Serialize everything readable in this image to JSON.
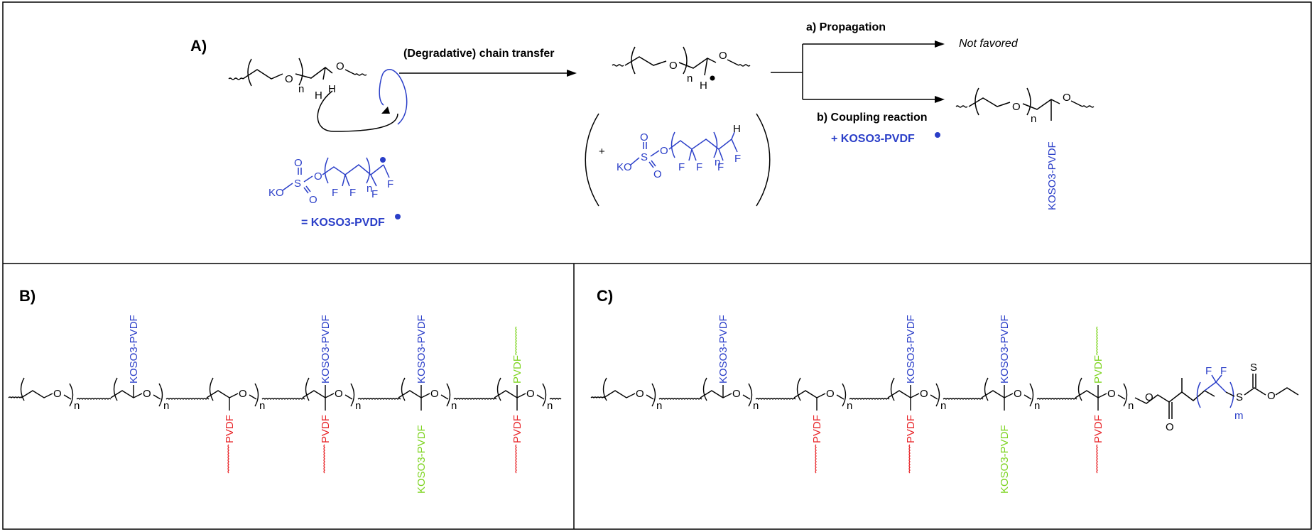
{
  "colors": {
    "blue": "#2a3ec8",
    "red": "#e8262a",
    "green": "#7ed421",
    "black": "#000000"
  },
  "panel_a": {
    "label": "A)",
    "arrow_label": "(Degradative) chain transfer",
    "branch_a_label": "a) Propagation",
    "branch_a_result": "Not favored",
    "branch_b_label": "b) Coupling reaction",
    "branch_b_reagent": "+ KOSO3-PVDF",
    "radical_definition": "= KOSO3-PVDF",
    "side_chain_label": "KOSO3-PVDF",
    "atoms": {
      "O": "O",
      "H": "H",
      "n": "n",
      "F": "F",
      "S": "S",
      "KO": "KO",
      "plus": "+"
    }
  },
  "panel_b": {
    "label": "B)",
    "up_labels": [
      "KOSO3-PVDF",
      "KOSO3-PVDF",
      "KOSO3-PVDF",
      "PVDF"
    ],
    "down_labels": [
      "PVDF",
      "PVDF",
      "KOSO3-PVDF",
      "PVDF"
    ],
    "up_colors": [
      "blue",
      "blue",
      "blue",
      "green"
    ],
    "down_colors": [
      "red",
      "red",
      "green",
      "red"
    ]
  },
  "panel_c": {
    "label": "C)",
    "up_labels": [
      "KOSO3-PVDF",
      "KOSO3-PVDF",
      "KOSO3-PVDF",
      "PVDF"
    ],
    "down_labels": [
      "PVDF",
      "PVDF",
      "KOSO3-PVDF",
      "PVDF"
    ],
    "up_colors": [
      "blue",
      "blue",
      "blue",
      "green"
    ],
    "down_colors": [
      "red",
      "red",
      "green",
      "red"
    ],
    "end_group_atoms": {
      "O": "O",
      "S": "S",
      "F": "F",
      "m": "m"
    }
  }
}
